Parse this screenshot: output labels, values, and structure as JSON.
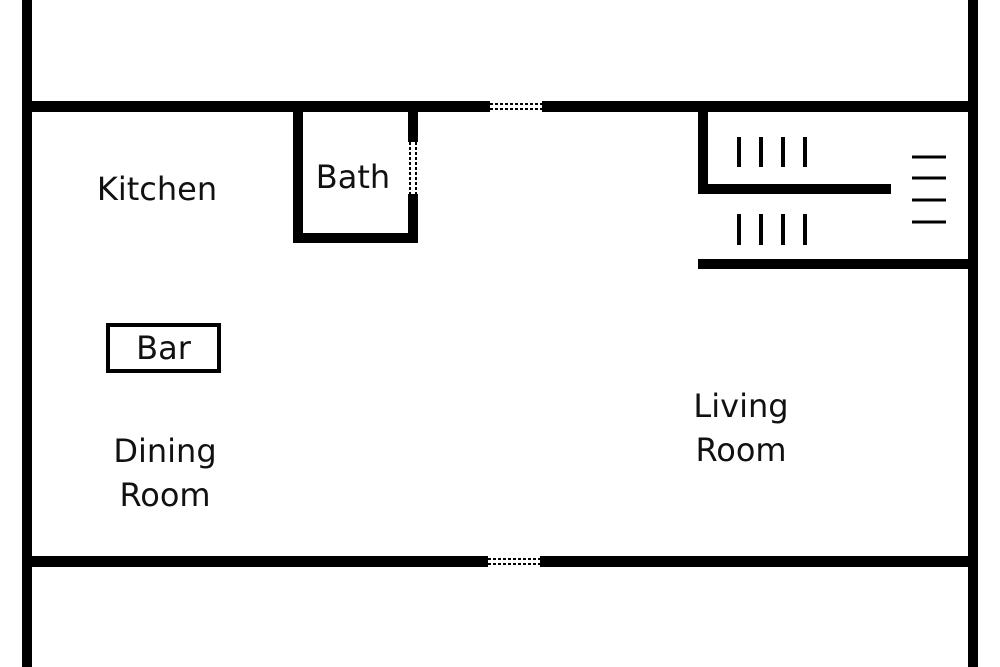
{
  "rooms": {
    "kitchen": "Kitchen",
    "bath": "Bath",
    "bar": "Bar",
    "dining_line1": "Dining",
    "dining_line2": "Room",
    "living_line1": "Living",
    "living_line2": "Room"
  },
  "colors": {
    "wall": "#000000",
    "background": "#ffffff",
    "text": "#111111"
  }
}
